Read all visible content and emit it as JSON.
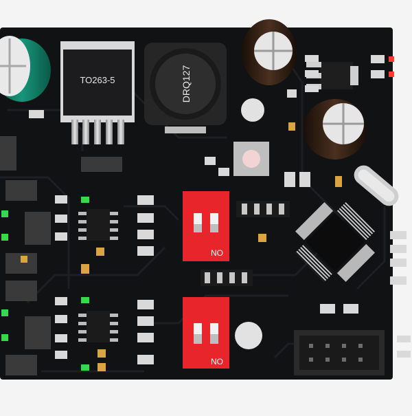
{
  "board": {
    "regulator_label": "TO263-5",
    "inductor_label": "DRQ127",
    "dip_switch_labels": [
      "NO",
      "NO"
    ]
  },
  "colors": {
    "background": "#f4f4f4",
    "pcb": "#111214",
    "dip_switch": "#e8252b",
    "capacitor_green": "#0f7a63",
    "led_green": "#35d94a",
    "tantalum": "#d9a441"
  }
}
